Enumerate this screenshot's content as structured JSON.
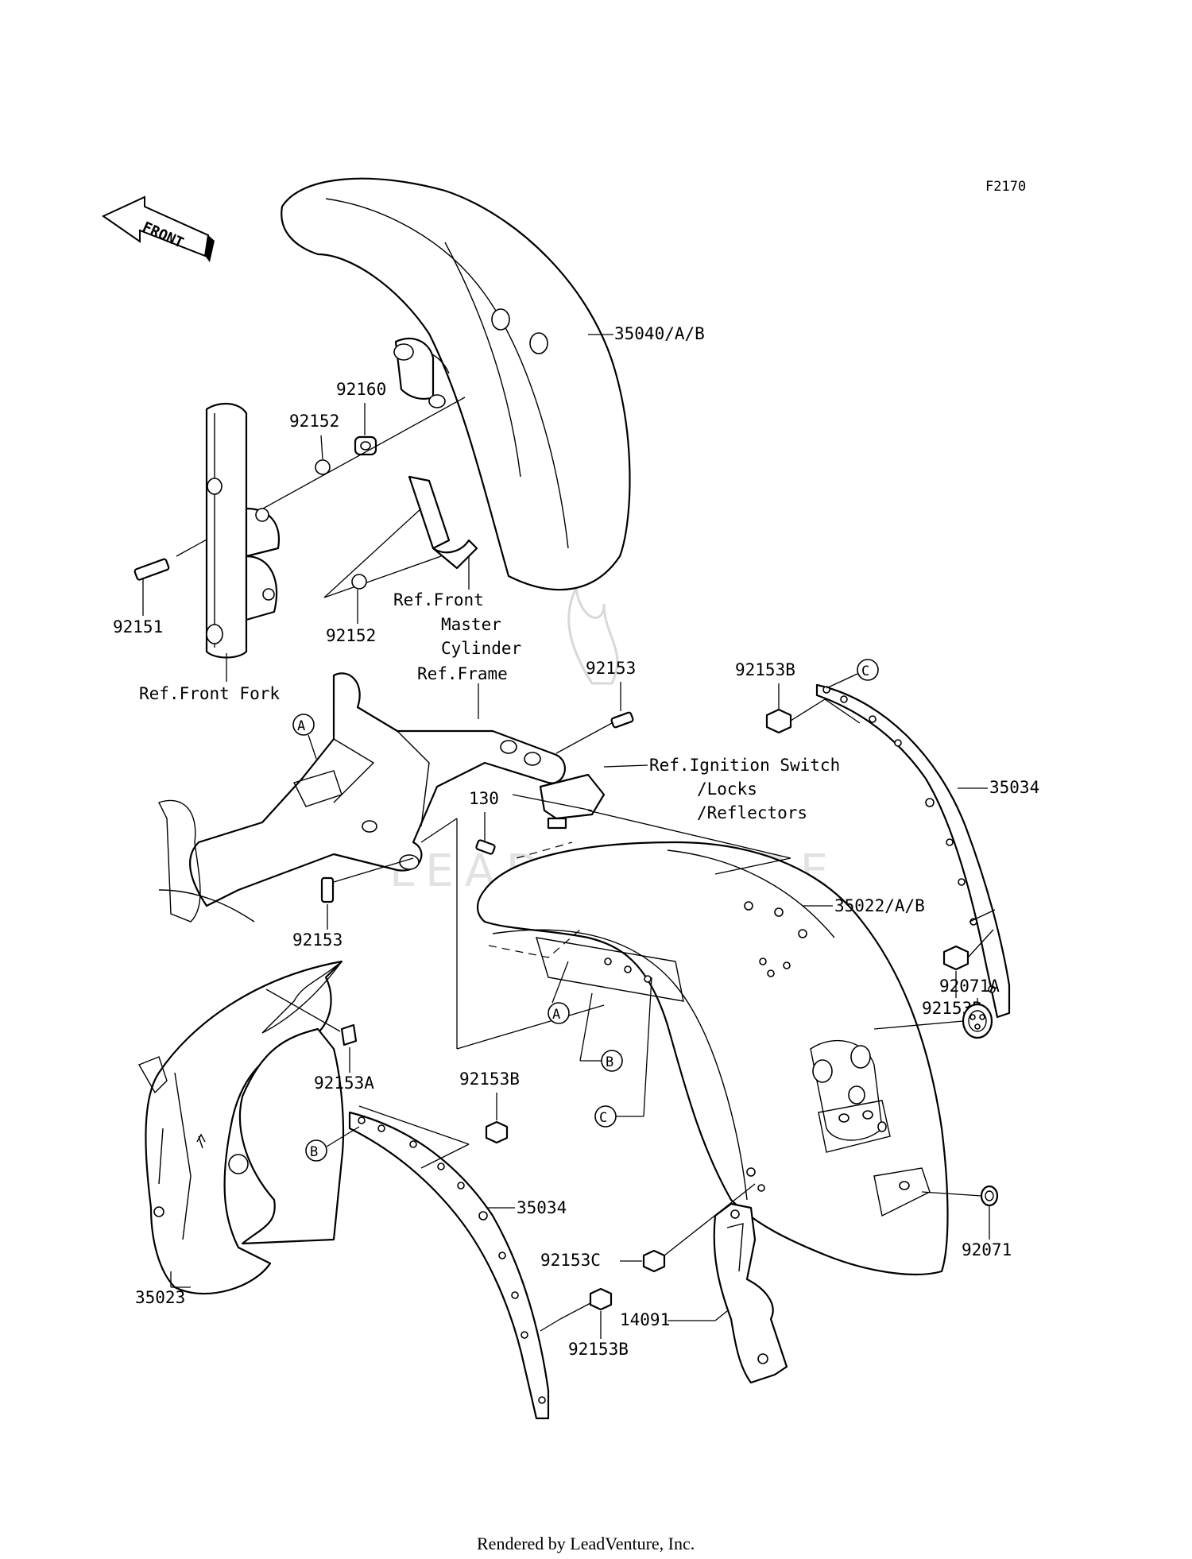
{
  "diagram_code": "F2170",
  "front_arrow": {
    "label": "FRONT",
    "icon": "front-direction-arrow"
  },
  "watermark": "LEADVENTURE",
  "footer": "Rendered by LeadVenture, Inc.",
  "parts": {
    "front_fender": "35040/A/B",
    "collar": "92160",
    "washer_upper": "92152",
    "washer_lower": "92152",
    "front_bolt": "92151",
    "rear_fender": "35022/A/B",
    "rear_fender_cover": "35023",
    "stay_right": "35034",
    "stay_left": "35034",
    "bolt_frame_upper": "92153",
    "bolt_frame_lower": "92153",
    "bolt_130": "130",
    "bolt_92153a": "92153A",
    "bolt_92153b_top": "92153B",
    "bolt_92153b_right": "92153B",
    "bolt_92153b_mid": "92153B",
    "bolt_92153b_bottom": "92153B",
    "bolt_92153c": "92153C",
    "grommet_92071a": "92071A",
    "grommet_92071": "92071",
    "bracket_14091": "14091"
  },
  "references": {
    "front_master_cylinder_1": "Ref.Front",
    "front_master_cylinder_2": "Master",
    "front_master_cylinder_3": "Cylinder",
    "front_fork": "Ref.Front Fork",
    "frame": "Ref.Frame",
    "ignition_1": "Ref.Ignition Switch",
    "ignition_2": "/Locks",
    "ignition_3": "/Reflectors"
  },
  "callouts": {
    "a_frame": "A",
    "a_fender": "A",
    "b_fender": "B",
    "b_stay": "B",
    "c_fender": "C",
    "c_stay": "C"
  }
}
